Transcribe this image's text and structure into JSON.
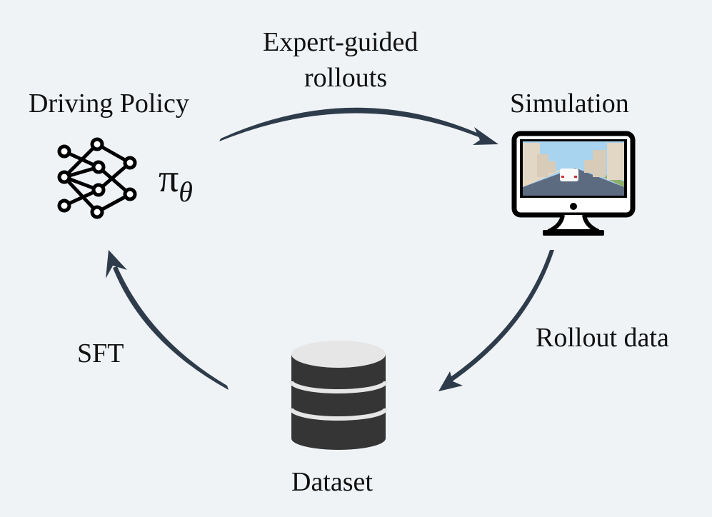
{
  "diagram": {
    "title": "Driving policy training loop",
    "nodes": {
      "policy": {
        "label": "Driving Policy",
        "symbol": "π",
        "subscript": "θ",
        "icon": "neural-network-icon"
      },
      "simulation": {
        "label": "Simulation",
        "icon": "monitor-icon"
      },
      "dataset": {
        "label": "Dataset",
        "icon": "database-icon"
      }
    },
    "edges": [
      {
        "from": "policy",
        "to": "simulation",
        "label_line1": "Expert-guided",
        "label_line2": "rollouts"
      },
      {
        "from": "simulation",
        "to": "dataset",
        "label": "Rollout data"
      },
      {
        "from": "dataset",
        "to": "policy",
        "label": "SFT"
      }
    ],
    "colors": {
      "arrow": "#2e3b4b",
      "background": "#f0f3f6",
      "db_body": "#353535",
      "db_top": "#e6e6e6",
      "sky": "#a8d4f0",
      "road": "#5d6b80"
    }
  }
}
